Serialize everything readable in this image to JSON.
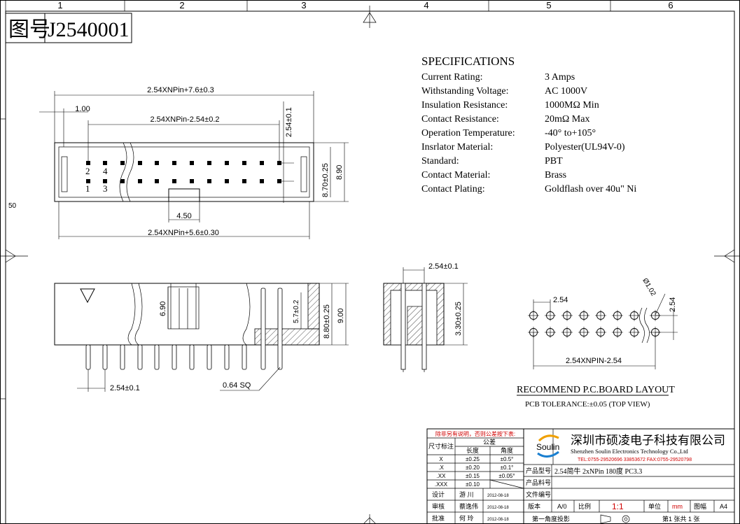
{
  "frame": {
    "zone_numbers": [
      "1",
      "2",
      "3",
      "4",
      "5",
      "6"
    ]
  },
  "title_block_top": {
    "label": "图号",
    "drawing_no": "J2540001"
  },
  "specifications": {
    "heading": "SPECIFICATIONS",
    "rows": [
      {
        "name": "Current Rating:",
        "value": "3 Amps"
      },
      {
        "name": "Withstanding Voltage:",
        "value": "AC  1000V"
      },
      {
        "name": "Insulation Resistance:",
        "value": "1000MΩ   Min"
      },
      {
        "name": "Contact Resistance:",
        "value": "20mΩ Max"
      },
      {
        "name": "Operation Temperature:",
        "value": "-40° to+105°"
      },
      {
        "name": "Insrlator Material:",
        "value": "Polyester(UL94V-0)"
      },
      {
        "name": "Standard:",
        "value": "PBT"
      },
      {
        "name": "Contact Material:",
        "value": "Brass"
      },
      {
        "name": "Contact Plating:",
        "value": "Goldflash over 40u\" Ni"
      }
    ]
  },
  "top_view": {
    "dim_overall": "2.54XNPin+7.6±0.3",
    "dim_offset": "1.00",
    "dim_pitch_span": "2.54XNPin-2.54±0.2",
    "dim_row_pitch": "2.54±0.1",
    "dim_height_inner": "8.70±0.25",
    "dim_height_outer": "8.90",
    "dim_key_width": "4.50",
    "dim_body": "2.54XNPin+5.6±0.30",
    "pin_labels_top": [
      "2",
      "4"
    ],
    "pin_labels_bottom": [
      "1",
      "3"
    ],
    "side_mark": "50"
  },
  "front_view": {
    "dim_6_90": "6.90",
    "dim_5_7": "5.7±0.2",
    "dim_8_80": "8.80±0.25",
    "dim_9_00": "9.00",
    "dim_pitch": "2.54±0.1",
    "dim_pin": "0.64 SQ"
  },
  "side_view": {
    "dim_top": "2.54±0.1",
    "dim_height": "3.30±0.25"
  },
  "pcb_layout": {
    "dim_pitch": "2.54",
    "dim_hole": "Ø1.02",
    "dim_row": "2.54",
    "dim_span": "2.54XNPIN-2.54",
    "title": "RECOMMEND P.C.BOARD LAYOUT",
    "subtitle": "PCB TOLERANCE:±0.05  (TOP VIEW)"
  },
  "title_block": {
    "note": "除非另有说明，否则公差按下表:",
    "tol_label": "尺寸标注",
    "tol_group": "公差",
    "col_len": "长度",
    "col_ang": "角度",
    "tol_rows": [
      {
        "k": "X",
        "len": "±0.25",
        "ang": "±0.5°"
      },
      {
        "k": ".X",
        "len": "±0.20",
        "ang": "±0.1°"
      },
      {
        "k": ".XX",
        "len": "±0.15",
        "ang": "±0.05°"
      },
      {
        "k": ".XXX",
        "len": "±0.10",
        "ang": ""
      }
    ],
    "people": [
      {
        "role": "设计",
        "name": "游 川",
        "date": "2012-08-18"
      },
      {
        "role": "审核",
        "name": "蔡逸伟",
        "date": "2012-08-18"
      },
      {
        "role": "批准",
        "name": "何 玲",
        "date": "2012-08-18"
      }
    ],
    "company_cn": "深圳市硕凌电子科技有限公司",
    "company_en": "Shenzhen Soulin Electronics Technology Co.,Ltd",
    "company_tel": "TEL:0755-29520696 33853672  FAX:0755-29520798",
    "logo_text": "Soulin",
    "product_model_label": "产品型号",
    "product_model": "2.54简牛 2xNPin 180度 PC3.3",
    "product_no_label": "产品料号",
    "file_no_label": "文件编号",
    "version_label": "版本",
    "version": "A/0",
    "scale_label": "比例",
    "scale": "1:1",
    "unit_label": "单位",
    "unit": "mm",
    "size_label": "图幅",
    "size": "A4",
    "projection": "第一角度投影",
    "sheet": "第1 张共 1 张"
  }
}
